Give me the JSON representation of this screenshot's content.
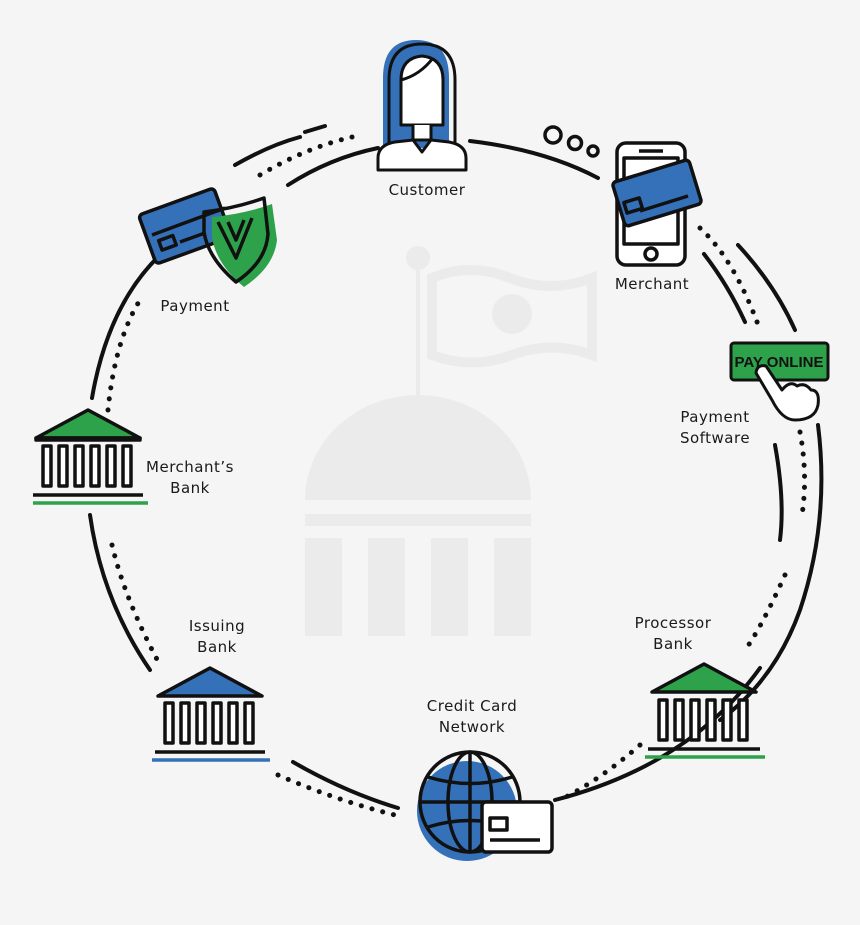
{
  "colors": {
    "blue": "#3571b8",
    "green": "#2ea24a",
    "ink": "#111111",
    "watermark": "#ebebeb",
    "background": "#f5f5f5"
  },
  "nodes": {
    "customer": {
      "label": "Customer",
      "icon": "woman-avatar-icon"
    },
    "merchant": {
      "label": "Merchant",
      "icon": "smartphone-card-icon"
    },
    "payment_software": {
      "line1": "Payment",
      "line2": "Software",
      "icon": "pay-online-button-icon",
      "button_text": "PAY ONLINE"
    },
    "processor_bank": {
      "line1": "Processor",
      "line2": "Bank",
      "icon": "bank-building-icon"
    },
    "credit_card_network": {
      "line1": "Credit Card",
      "line2": "Network",
      "icon": "globe-card-icon"
    },
    "issuing_bank": {
      "line1": "Issuing",
      "line2": "Bank",
      "icon": "bank-building-icon"
    },
    "merchants_bank": {
      "line1": "Merchant’s",
      "line2": "Bank",
      "icon": "bank-building-icon"
    },
    "payment": {
      "label": "Payment",
      "icon": "card-shield-icon"
    }
  },
  "decorations": {
    "background_icon": "bank-money-watermark-icon",
    "thought_bubble_icon": "thought-bubbles-icon"
  }
}
